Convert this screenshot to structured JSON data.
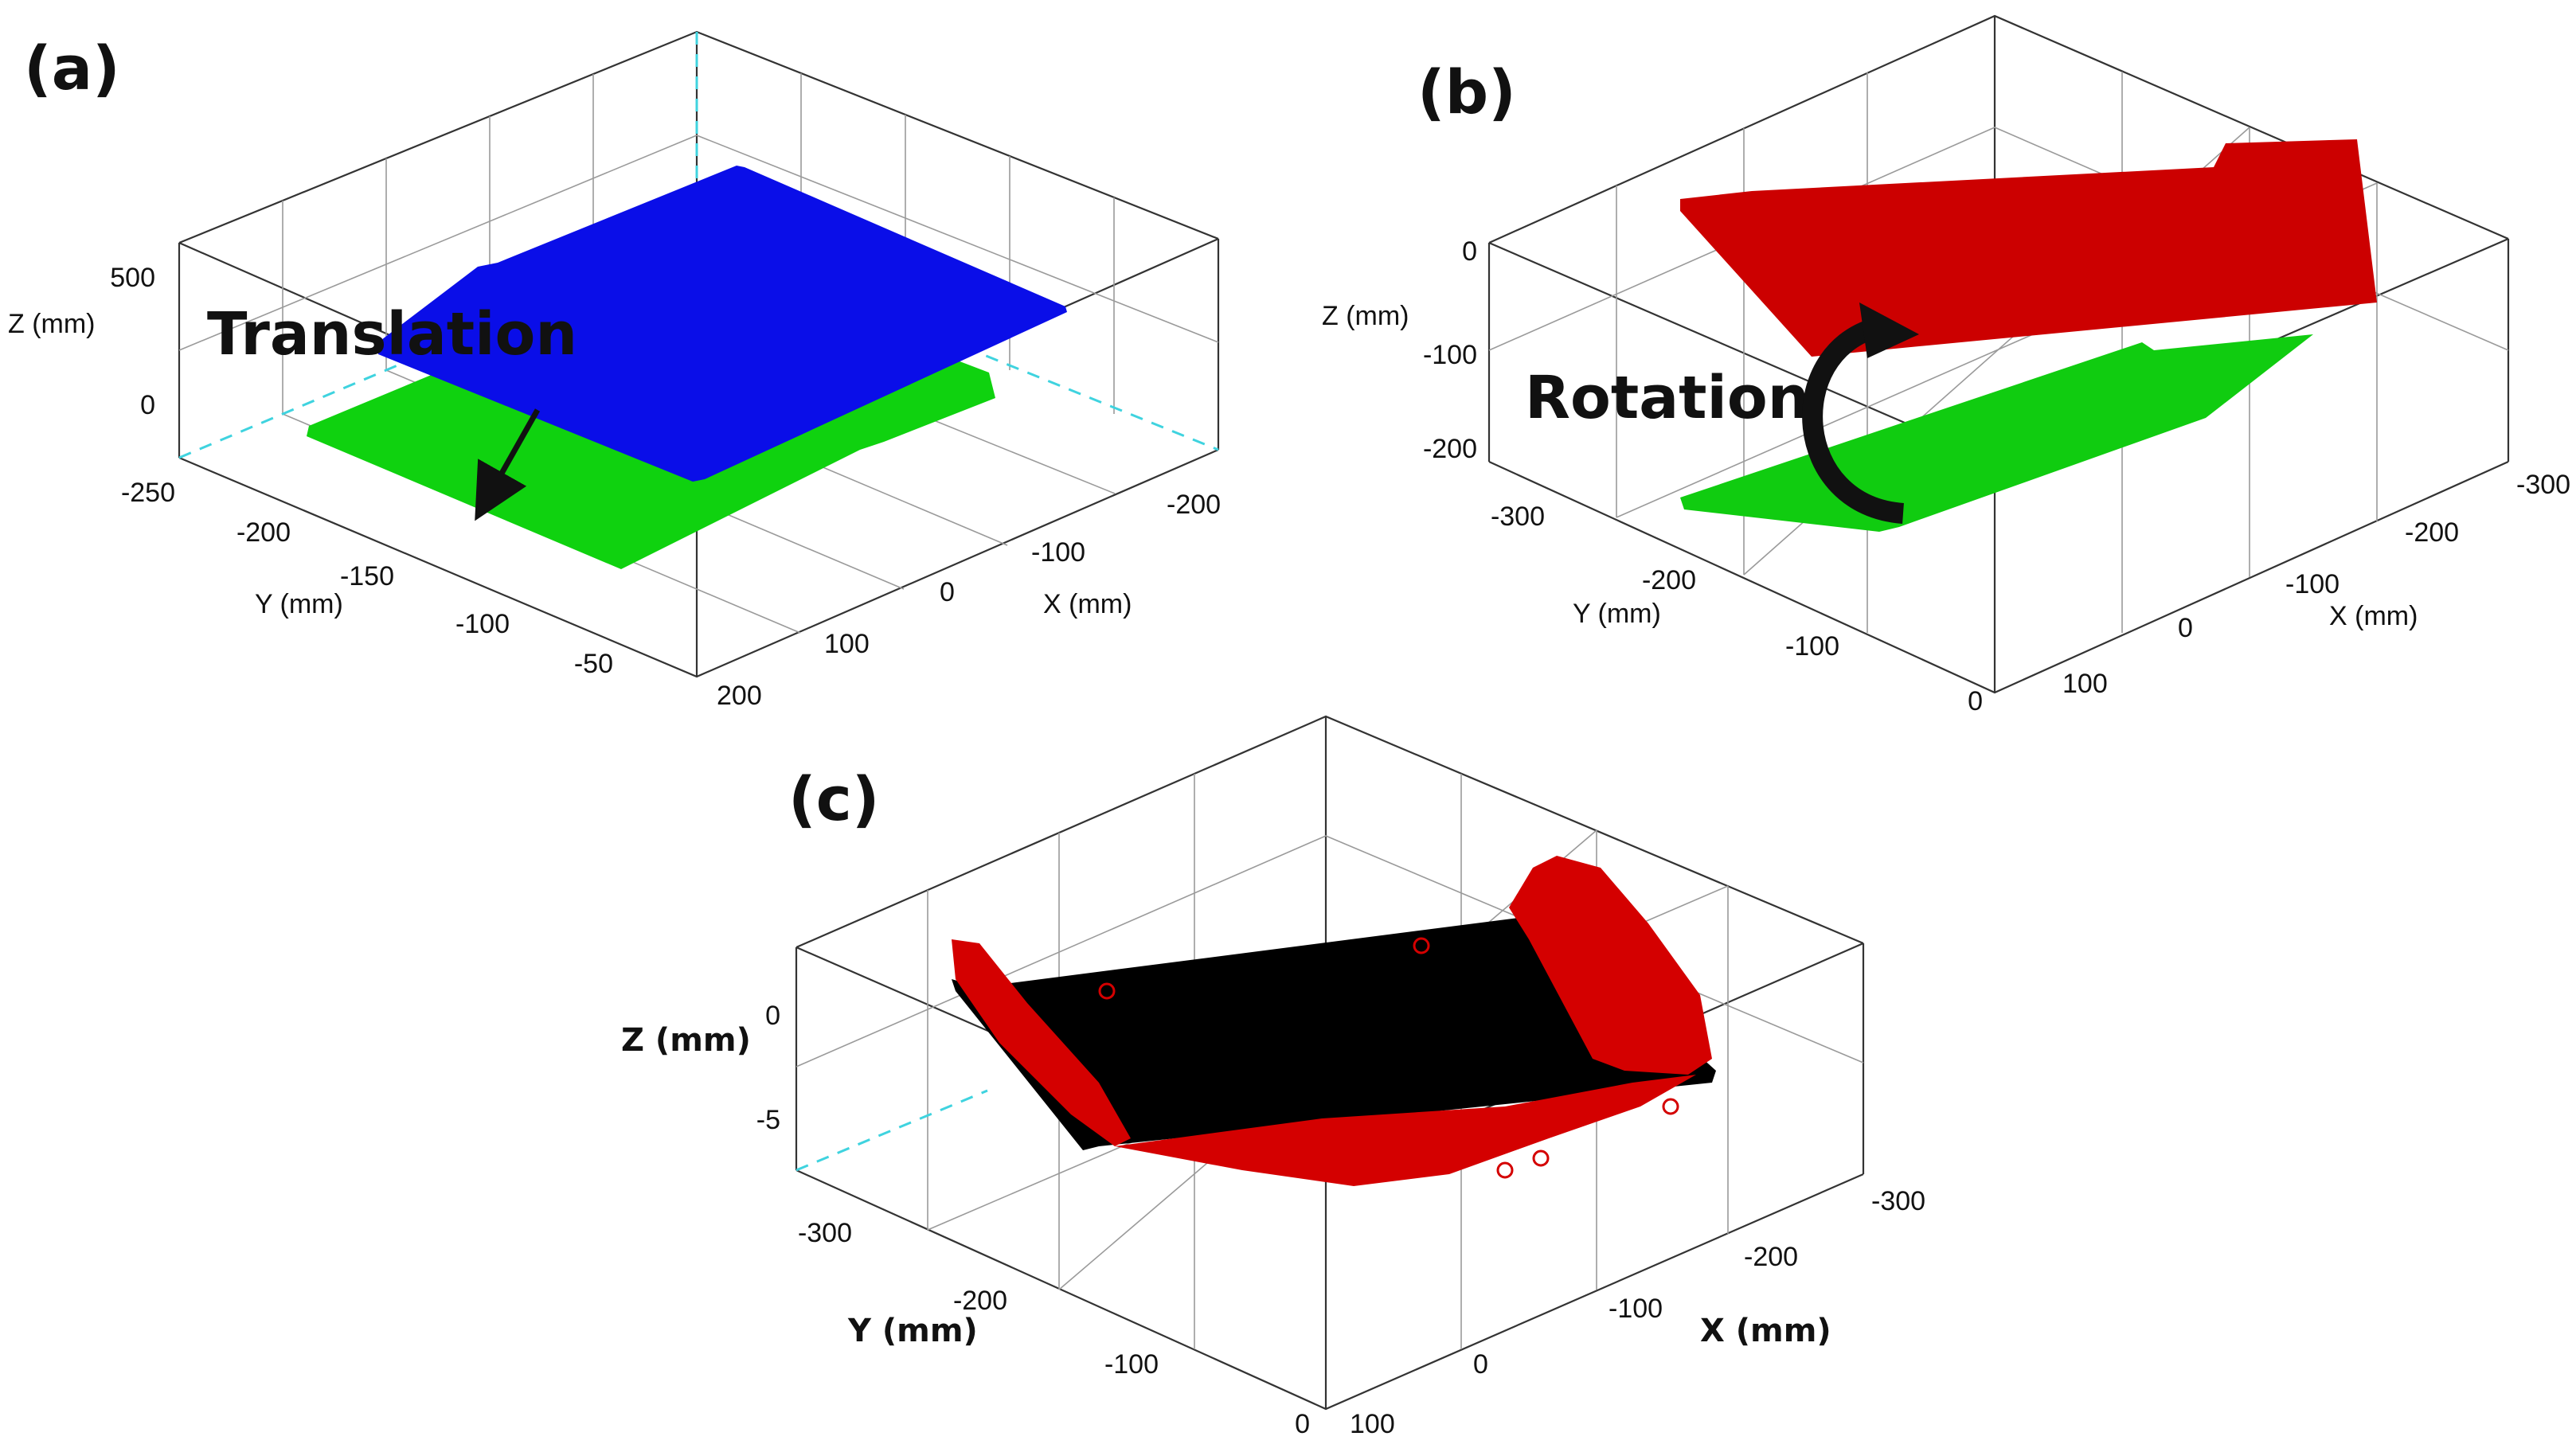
{
  "chart_data": [
    {
      "panel": "(a)",
      "type": "scatter",
      "annotation": "Translation",
      "xlabel": "X (mm)",
      "ylabel": "Y (mm)",
      "zlabel": "Z (mm)",
      "x_ticks": [
        "-200",
        "-100",
        "0",
        "100",
        "200"
      ],
      "y_ticks": [
        "-250",
        "-200",
        "-150",
        "-100",
        "-50"
      ],
      "z_ticks": [
        "500",
        "0"
      ],
      "grid": true,
      "series": [
        {
          "color": "#0a0ee8",
          "points": [
            [
              -210,
              -250,
              440
            ],
            [
              210,
              -250,
              440
            ],
            [
              210,
              -40,
              440
            ],
            [
              -210,
              -40,
              440
            ]
          ]
        },
        {
          "color": "#0fd20f",
          "points": [
            [
              -210,
              -250,
              0
            ],
            [
              210,
              -250,
              0
            ],
            [
              210,
              -40,
              0
            ],
            [
              -210,
              -40,
              0
            ]
          ]
        }
      ]
    },
    {
      "panel": "(b)",
      "type": "scatter",
      "annotation": "Rotation",
      "xlabel": "X (mm)",
      "ylabel": "Y (mm)",
      "zlabel": "Z (mm)",
      "x_ticks": [
        "-300",
        "-200",
        "-100",
        "0",
        "100"
      ],
      "y_ticks": [
        "-300",
        "-200",
        "-100",
        "0"
      ],
      "z_ticks": [
        "0",
        "-100",
        "-200"
      ],
      "grid": true,
      "series": [
        {
          "color": "#cc0000",
          "points": [
            [
              -300,
              -320,
              20
            ],
            [
              100,
              -320,
              20
            ],
            [
              100,
              -30,
              -110
            ],
            [
              -300,
              -30,
              -110
            ]
          ]
        },
        {
          "color": "#10cc10",
          "points": [
            [
              -300,
              -320,
              -210
            ],
            [
              100,
              -320,
              -210
            ],
            [
              100,
              -30,
              -80
            ],
            [
              -300,
              -30,
              -80
            ]
          ]
        }
      ]
    },
    {
      "panel": "(c)",
      "type": "scatter",
      "xlabel": "X (mm)",
      "ylabel": "Y (mm)",
      "zlabel": "Z (mm)",
      "x_ticks": [
        "-300",
        "-200",
        "-100",
        "0",
        "100"
      ],
      "y_ticks": [
        "-300",
        "-200",
        "-100",
        "0"
      ],
      "z_ticks": [
        "0",
        "-5"
      ],
      "grid": true,
      "series": [
        {
          "color": "#000000",
          "points": [
            [
              -300,
              -320,
              -1
            ],
            [
              100,
              -320,
              -1
            ],
            [
              100,
              0,
              -1
            ],
            [
              -300,
              0,
              -1
            ]
          ]
        },
        {
          "color": "#d40000",
          "points": [
            [
              -300,
              -320,
              2
            ],
            [
              -200,
              -320,
              -4
            ],
            [
              -100,
              -320,
              -7
            ],
            [
              0,
              -320,
              -8
            ],
            [
              100,
              -320,
              -3
            ],
            [
              -300,
              0,
              2
            ],
            [
              -200,
              0,
              -4
            ],
            [
              -100,
              0,
              -7
            ],
            [
              0,
              0,
              -8
            ],
            [
              100,
              0,
              -3
            ]
          ]
        }
      ]
    }
  ]
}
